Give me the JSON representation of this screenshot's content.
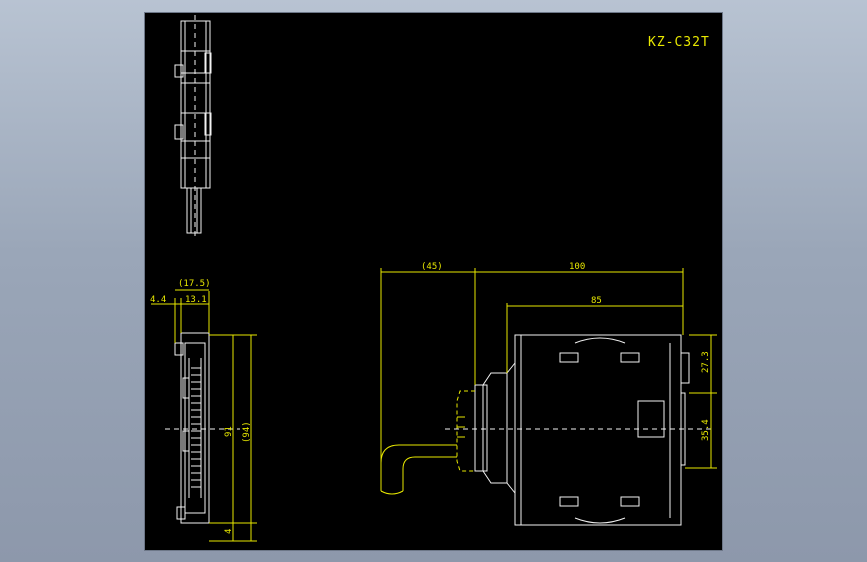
{
  "drawing": {
    "title": "KZ-C32T",
    "colors": {
      "background": "#000000",
      "geometry": "#f2f2f2",
      "dimension": "#e8e800",
      "window": "#9aa6b8"
    }
  },
  "dimensions": {
    "side": {
      "d1": "(17.5)",
      "d2": "4.4",
      "d3": "13.1",
      "d4": "91",
      "d5": "(94)",
      "d6": "4"
    },
    "front": {
      "d1": "(45)",
      "d2": "100",
      "d3": "85",
      "d4": "27.3",
      "d5": "35.4"
    }
  }
}
